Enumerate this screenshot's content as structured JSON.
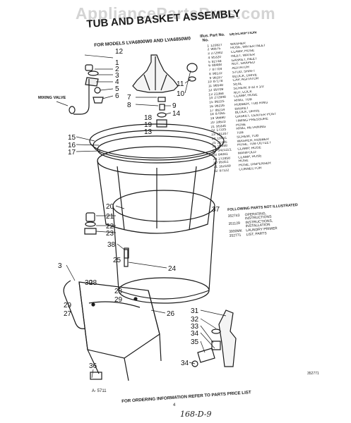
{
  "watermark": "AppliancePartsPros.com",
  "title": "TUB AND BASKET ASSEMBLY",
  "subtitle": "FOR MODELS LVA6800W0 AND LVA6850W0",
  "parts_list": {
    "col_illus": "Illus. No.",
    "col_part": "Part No.",
    "col_desc": "DESCRIPTION",
    "rows": [
      {
        "illus": "1",
        "part": "120827",
        "desc": "WASHER"
      },
      {
        "illus": "2",
        "part": "96675",
        "desc": "HOSE, WATER INLET"
      },
      {
        "illus": "3",
        "part": "272942",
        "desc": "CLAMP, HOSE"
      },
      {
        "illus": "4",
        "part": "95320",
        "desc": "INLET, WATER"
      },
      {
        "illus": "5",
        "part": "92748",
        "desc": "GASKET, INLET"
      },
      {
        "illus": "6",
        "part": "88488",
        "desc": "NUT, SHAPED"
      },
      {
        "illus": "7",
        "part": "87704",
        "desc": "AGITATOR"
      },
      {
        "illus": "8",
        "part": "96122",
        "desc": "STUD, SHAFT"
      },
      {
        "illus": "9",
        "part": "96107",
        "desc": "BLOCK, DRIVE"
      },
      {
        "illus": "10",
        "part": "87178",
        "desc": "CAP, AGITATOR"
      },
      {
        "illus": "11",
        "part": "96548",
        "desc": "SEAL"
      },
      {
        "illus": "12",
        "part": "89709",
        "desc": "SCREW, 8-32 x 1/2"
      },
      {
        "illus": "13",
        "part": "21368",
        "desc": "NUT, LOCK"
      },
      {
        "illus": "14",
        "part": "272848",
        "desc": "CLAMP, HOSE"
      },
      {
        "illus": "15",
        "part": "96225",
        "desc": "RING, TUB"
      },
      {
        "illus": "16",
        "part": "96226",
        "desc": "RUBBER, TUB RING"
      },
      {
        "illus": "17",
        "part": "86214",
        "desc": "BASKET"
      },
      {
        "illus": "18",
        "part": "87065",
        "desc": "BLOCK, DRIVE"
      },
      {
        "illus": "19",
        "part": "96690",
        "desc": "GASKET, CENTER POST"
      },
      {
        "illus": "20",
        "part": "18623",
        "desc": "TIMING PRESSURE"
      },
      {
        "illus": "21",
        "part": "95336",
        "desc": "HOSE"
      },
      {
        "illus": "22",
        "part": "17225",
        "desc": "RING, RETAINING"
      },
      {
        "illus": "23",
        "part": "381167",
        "desc": "TUB"
      },
      {
        "illus": "24",
        "part": "19031",
        "desc": "SCREW, TUB"
      },
      {
        "illus": "25",
        "part": "21385",
        "desc": "WASHER, RUBBER"
      },
      {
        "illus": "26",
        "part": "95388",
        "desc": "HOSE, TUB OUTLET"
      },
      {
        "illus": "27",
        "part": "3421321",
        "desc": "CLAMP, HOSE"
      },
      {
        "illus": "28",
        "part": "84081",
        "desc": "MANIFOLD"
      },
      {
        "illus": "29",
        "part": "272858",
        "desc": "CLAMP, HOSE"
      },
      {
        "illus": "30",
        "part": "95351",
        "desc": "HOSE"
      },
      {
        "illus": "31",
        "part": "352169",
        "desc": "HOSE, DISPENSER"
      },
      {
        "illus": "32",
        "part": "87122",
        "desc": "CONNECTOR"
      }
    ]
  },
  "not_illustrated": {
    "heading": "FOLLOWING PARTS NOT ILLUSTRATED",
    "rows": [
      {
        "part": "352743",
        "desc": "OPERATING,"
      },
      {
        "part": "",
        "desc": "INSTRUCTIONS"
      },
      {
        "part": "351129",
        "desc": "INSTRUCTIONS,"
      },
      {
        "part": "",
        "desc": "INSTALLATION"
      },
      {
        "part": "3930MK",
        "desc": "LAUNDRY PRIMER"
      },
      {
        "part": "352771",
        "desc": "LIST, PARTS"
      }
    ]
  },
  "mixing_valve_label": "MIXING VALVE",
  "callouts": [
    "1",
    "2",
    "3",
    "4",
    "5",
    "6",
    "7",
    "8",
    "9",
    "10",
    "11",
    "12",
    "13",
    "14",
    "15",
    "16",
    "17",
    "18",
    "19",
    "20",
    "21",
    "22",
    "23",
    "24",
    "25",
    "26",
    "27",
    "28",
    "29",
    "30",
    "31",
    "32",
    "33",
    "34",
    "35",
    "36",
    "37",
    "38"
  ],
  "footer": {
    "ref_text": "FOR ORDERING INFORMATION REFER TO PARTS PRICE LIST",
    "code_left": "A- 5711",
    "code_right": "352771",
    "page_no": "4",
    "handwritten": "168-D-9"
  }
}
